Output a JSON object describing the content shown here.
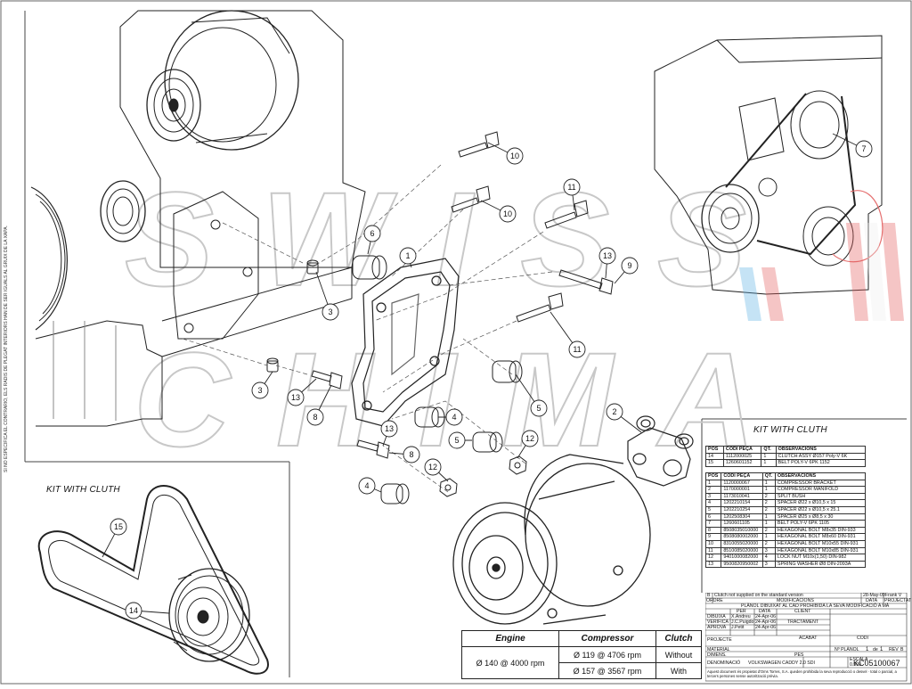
{
  "side_note": "SI NO ESPECIFICA EL CONTRARIO, ELS RADIS DE PLEGAT INTERIORS HAN DE SER IGUALS AL GRUIX DE LA XAPA.",
  "watermark": "SWISS CHIMA",
  "kit_title_right": "KIT WITH CLUTH",
  "kit_title_left": "KIT WITH CLUTH",
  "balloons": [
    "10",
    "10",
    "11",
    "6",
    "1",
    "13",
    "9",
    "3",
    "11",
    "3",
    "13",
    "8",
    "4",
    "5",
    "5",
    "4",
    "13",
    "8",
    "12",
    "12",
    "2",
    "7",
    "15",
    "14"
  ],
  "kit_table": {
    "headers": [
      "POS",
      "CODI PEÇA",
      "QT.",
      "OBSERVACIONS"
    ],
    "rows": [
      [
        "14",
        "1112000025",
        "1",
        "CLUTCH ASSY Ø157 Poly-V 6K"
      ],
      [
        "15",
        "1260601152",
        "1",
        "BELT POLY-V 6PK 1152"
      ]
    ]
  },
  "parts_table": {
    "headers": [
      "POS",
      "CODI PEÇA",
      "QT.",
      "OBSERVACIONS"
    ],
    "rows": [
      [
        "1",
        "1120000067",
        "1",
        "COMPRESSOR BRACKET"
      ],
      [
        "2",
        "1170000001",
        "1",
        "COMPRESSOR MANIFOLD"
      ],
      [
        "3",
        "1173010041",
        "2",
        "SPLIT BUSH"
      ],
      [
        "4",
        "1202210154",
        "2",
        "SPACER Ø22 x Ø10,5 x 15"
      ],
      [
        "5",
        "1202210254",
        "2",
        "SPACER Ø22 x Ø10,5 x 25.1"
      ],
      [
        "6",
        "1202508304",
        "1",
        "SPACER Ø25 x Ø8,5 x 30"
      ],
      [
        "7",
        "1260601105",
        "1",
        "BELT POLY-V 6PK 1105"
      ],
      [
        "8",
        "8508035010000",
        "2",
        "HEXAGONAL BOLT M8x35 DIN-933"
      ],
      [
        "9",
        "8508080002000",
        "1",
        "HEXAGONAL BOLT M8x60 DIN-931"
      ],
      [
        "10",
        "8310055020000",
        "2",
        "HEXAGONAL BOLT M10x55 DIN-931"
      ],
      [
        "11",
        "8510085020000",
        "3",
        "HEXAGONAL BOLT M10x85 DIN-931"
      ],
      [
        "12",
        "9401000082000",
        "4",
        "LOCK NUT M10x(1,50) DIN-982"
      ],
      [
        "13",
        "9500820950002",
        "3",
        "SPRING WASHER Ø8 DIN-2093A"
      ]
    ]
  },
  "titleblock": {
    "mod_row": [
      "B",
      "Clutch not supplied on the standard version",
      "28-May-09",
      "Frank V"
    ],
    "mod_header": [
      "ORDRE",
      "MODIFICACIONS",
      "DATA",
      "PROJECTAT"
    ],
    "prohibition": "PLÀNOL DIBUIXAT AL CAD PROHIBIDA LA SEVA MODIFICACIÓ A MÀ",
    "dibuixa": "DIBUIXA",
    "dibuixa_name": "X.Andreu",
    "dibuixa_date": "24-Apr-06",
    "verifica": "VERIFICA",
    "verifica_name": "J.C.Puigdo",
    "verifica_date": "24-Apr-06",
    "aprova": "APROVA",
    "aprova_name": "J.Petit",
    "aprova_date": "24-Apr-06",
    "per": "PER",
    "data": "DATA",
    "client": "CLIENT",
    "tractament": "TRACTAMENT",
    "projecte": "PROJECTE",
    "acabat": "ACABAT",
    "codi": "CODI",
    "material": "MATERIAL",
    "dimens": "DIMENS.",
    "pes": "PES",
    "escala": "ESCALA",
    "escala_val": "0.900",
    "n_planol": "Nº PLÀNOL",
    "sheet": "1",
    "de": "de",
    "sheet_total": "1",
    "rev": "REV",
    "rev_val": "B",
    "denominacio": "DENOMINACIÓ",
    "denominacio_val": "VOLKSWAGEN CADDY 2.0 SDI",
    "code": "KC05100067",
    "footer": "Aquest document és propietat d'Oms Torres, S.A. queden prohibida la seva reproducció o desvel · total o parcial, a tercers persones sense autorització prèvia."
  },
  "spec_table": {
    "headers": [
      "Engine",
      "Compressor",
      "Clutch"
    ],
    "engine": "Ø 140 @ 4000 rpm",
    "rows": [
      [
        "Ø 119 @ 4706 rpm",
        "Without"
      ],
      [
        "Ø 157 @ 3567 rpm",
        "With"
      ]
    ]
  }
}
